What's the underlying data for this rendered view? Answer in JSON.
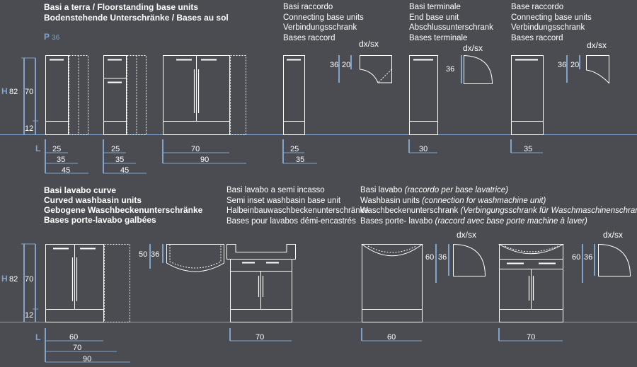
{
  "top_left_heading": [
    "Basi a terra / Floorstanding base units",
    "Bodenstehende Unterschränke / Bases au sol"
  ],
  "p_label": "P",
  "p_value": "36",
  "connecting_1": [
    "Basi raccordo",
    "Connecting base units",
    "Verbindungsschrank",
    "Bases raccord"
  ],
  "terminal": [
    "Basi terminale",
    "End base unit",
    "Abschlussunterschrank",
    "Bases terminale"
  ],
  "connecting_2": [
    "Base raccordo",
    "Connecting base units",
    "Verbindungsschrank",
    "Bases raccord"
  ],
  "curved_heading": [
    "Basi lavabo curve",
    "Curved washbasin units",
    "Gebogene Waschbeckenunterschränke",
    "Bases porte-lavabo galbées"
  ],
  "semi_inset": [
    "Basi lavabo a semi incasso",
    "Semi inset washbasin base unit",
    "Halbeinbauwaschbeckenunterschränke",
    "Bases pour lavabos démi-encastrés"
  ],
  "washbasin": {
    "lines": [
      {
        "plain": "Basi lavabo ",
        "italic": "(raccordo per base lavatrice)"
      },
      {
        "plain": "Washbasin  units ",
        "italic": "(connection for washmachine unit)"
      },
      {
        "plain": "Waschbeckenunterschrank ",
        "italic": "(Verbingungsschrank für Waschmaschinenschrank)"
      },
      {
        "plain": "Bases porte- lavabo ",
        "italic": "(raccord avec base porte machine à laver)"
      }
    ]
  },
  "dxsx": "dx/sx",
  "h_label": "H",
  "l_label": "L",
  "heights": {
    "total": "82",
    "body": "70",
    "plinth": "12"
  },
  "depths": {
    "a": "36",
    "b": "20",
    "c": "50",
    "d": "60"
  },
  "widths_row1": {
    "unit1": [
      "25",
      "35",
      "45"
    ],
    "unit2": [
      "25",
      "35",
      "45"
    ],
    "unit3": [
      "70",
      "90"
    ],
    "connecting": [
      "25",
      "35"
    ],
    "terminal": "30",
    "connecting2": "35"
  },
  "widths_row2": {
    "curved": [
      "60",
      "70",
      "90"
    ],
    "semi_inset": "70",
    "washbasin_small": "60",
    "washbasin_large": "70"
  },
  "colors": {
    "background": "#4a4c51",
    "line": "#ffffff",
    "dimension": "#7fa3cc",
    "baseline": "#7fa3cc"
  }
}
